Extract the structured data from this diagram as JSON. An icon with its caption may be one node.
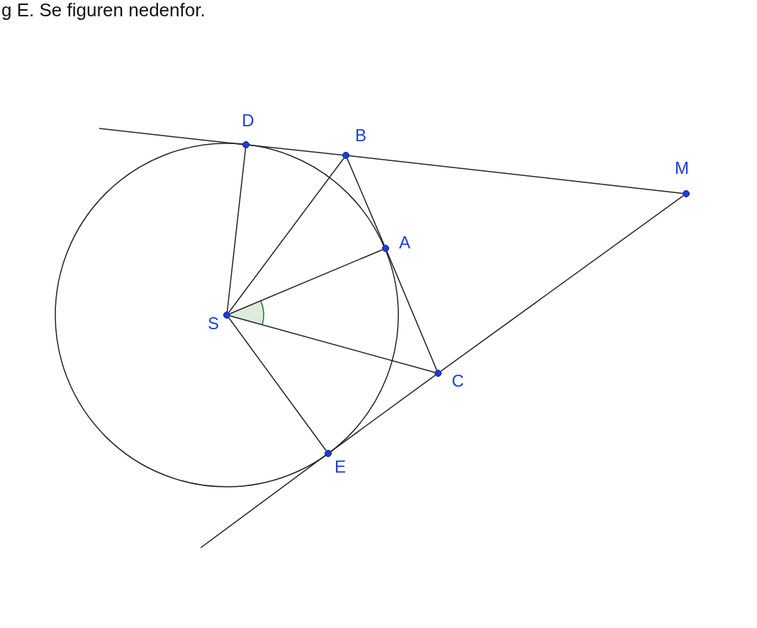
{
  "diagram": {
    "nodes": [
      {
        "text": [
          "D"
        ]
      },
      {
        "text": [
          "B"
        ]
      },
      {
        "text": [
          "M"
        ]
      },
      {
        "text": [
          "A"
        ]
      },
      {
        "text": [
          "S"
        ]
      },
      {
        "text": [
          "C"
        ]
      },
      {
        "text": [
          "E"
        ]
      }
    ],
    "edges": [
      {
        "from": null,
        "to": 0,
        "arrow": "none"
      },
      {
        "from": 0,
        "to": 1,
        "arrow": "none"
      },
      {
        "from": 1,
        "to": 2,
        "arrow": "none"
      },
      {
        "from": 2,
        "to": 5,
        "arrow": "none"
      },
      {
        "from": 5,
        "to": 6,
        "arrow": "none"
      },
      {
        "from": 6,
        "to": null,
        "arrow": "none"
      },
      {
        "from": 4,
        "to": 0,
        "arrow": "none"
      },
      {
        "from": 4,
        "to": 1,
        "arrow": "none"
      },
      {
        "from": 4,
        "to": 3,
        "arrow": "none"
      },
      {
        "from": 4,
        "to": 5,
        "arrow": "none"
      },
      {
        "from": 4,
        "to": 6,
        "arrow": "none"
      },
      {
        "from": 1,
        "to": 3,
        "arrow": "none"
      },
      {
        "from": 3,
        "to": 5,
        "arrow": "none"
      }
    ],
    "labels": [
      "g E. Se figuren nedenfor."
    ]
  }
}
